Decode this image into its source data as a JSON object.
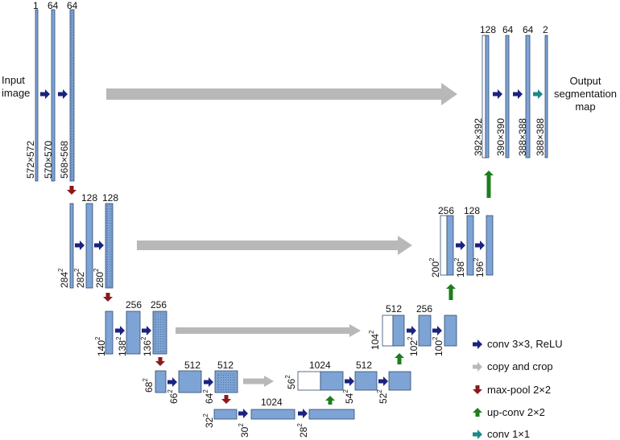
{
  "input_label": [
    "Input",
    "image"
  ],
  "output_label": [
    "Output",
    "segmentation",
    "map"
  ],
  "level1": {
    "channels": [
      "1",
      "64",
      "64"
    ],
    "sizes": [
      "572×572",
      "570×570",
      "568×568"
    ]
  },
  "level2": {
    "channels": [
      "128",
      "128"
    ],
    "sizes": [
      [
        "284",
        "2"
      ],
      [
        "282",
        "2"
      ],
      [
        "280",
        "2"
      ]
    ]
  },
  "level3": {
    "channels": [
      "256",
      "256"
    ],
    "sizes": [
      [
        "140",
        "2"
      ],
      [
        "138",
        "2"
      ],
      [
        "136",
        "2"
      ]
    ]
  },
  "level4": {
    "channels": [
      "512",
      "512"
    ],
    "sizes": [
      [
        "68",
        "2"
      ],
      [
        "66",
        "2"
      ],
      [
        "64",
        "2"
      ]
    ]
  },
  "level5": {
    "channels": [
      "1024"
    ],
    "sizes": [
      [
        "32",
        "2"
      ],
      [
        "30",
        "2"
      ],
      [
        "28",
        "2"
      ]
    ]
  },
  "up4": {
    "channels": [
      "1024",
      "512"
    ],
    "sizes": [
      [
        "56",
        "2"
      ],
      [
        "54",
        "2"
      ],
      [
        "52",
        "2"
      ]
    ]
  },
  "up3": {
    "channels": [
      "512",
      "256"
    ],
    "sizes": [
      [
        "104",
        "2"
      ],
      [
        "102",
        "2"
      ],
      [
        "100",
        "2"
      ]
    ]
  },
  "up2": {
    "channels": [
      "256",
      "128"
    ],
    "sizes": [
      [
        "200",
        "2"
      ],
      [
        "198",
        "2"
      ],
      [
        "196",
        "2"
      ]
    ]
  },
  "up1": {
    "channels": [
      "128",
      "64",
      "64",
      "2"
    ],
    "sizes": [
      "392×392",
      "390×390",
      "388×388",
      "388×388"
    ]
  },
  "legend": [
    {
      "label": "conv 3×3, ReLU",
      "color": "#1a237e",
      "icon": "arrow-right-icon"
    },
    {
      "label": "copy and crop",
      "color": "#b8b8b8",
      "icon": "arrow-right-icon"
    },
    {
      "label": "max-pool 2×2",
      "color": "#8b1a1a",
      "icon": "arrow-down-icon"
    },
    {
      "label": "up-conv 2×2",
      "color": "#1e7d1e",
      "icon": "arrow-up-icon"
    },
    {
      "label": "conv 1×1",
      "color": "#1b8a8a",
      "icon": "arrow-right-icon"
    }
  ],
  "colors": {
    "feature_map": "#7ea4d6",
    "feature_map_border": "#2f4a6e",
    "cropped_map": "#ffffff",
    "conv": "#1a237e",
    "copy": "#b8b8b8",
    "pool": "#8b1a1a",
    "upconv": "#1e7d1e",
    "conv1x1": "#1b8a8a"
  }
}
